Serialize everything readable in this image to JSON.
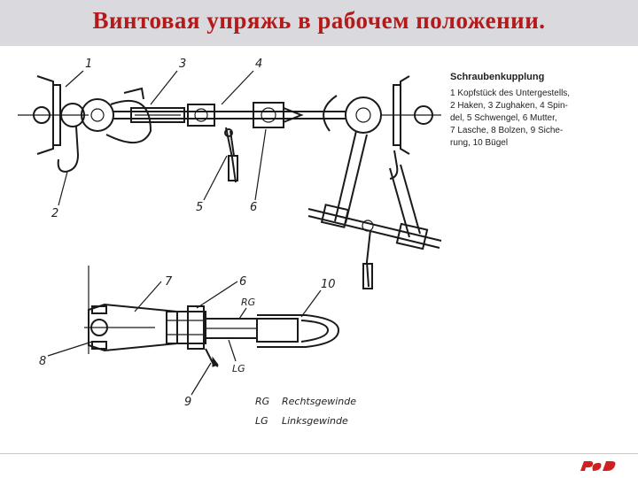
{
  "slide": {
    "title": "Винтовая упряжь в рабочем положении."
  },
  "legend": {
    "heading": "Schraubenkupplung",
    "text": "1 Kopfstück des Untergestells,\n2 Haken, 3 Zughaken, 4 Spin-\ndel, 5 Schwengel, 6 Mutter,\n7 Lasche, 8 Bolzen, 9 Siche-\nrung, 10 Bügel"
  },
  "labels": {
    "n1": "1",
    "n2": "2",
    "n3": "3",
    "n4": "4",
    "n5": "5",
    "n6": "6",
    "n6b": "6",
    "n7": "7",
    "n8": "8",
    "n9": "9",
    "n10": "10",
    "rg": "RG",
    "lg": "LG"
  },
  "thread_legend": {
    "rg_abbr": "RG",
    "rg_text": "Rechtsgewinde",
    "lg_abbr": "LG",
    "lg_text": "Linksgewinde"
  },
  "colors": {
    "title": "#b51a1a",
    "title_bar": "#d9d9de",
    "logo": "#d0201f"
  },
  "logo": {
    "name": "rzd-logo"
  }
}
